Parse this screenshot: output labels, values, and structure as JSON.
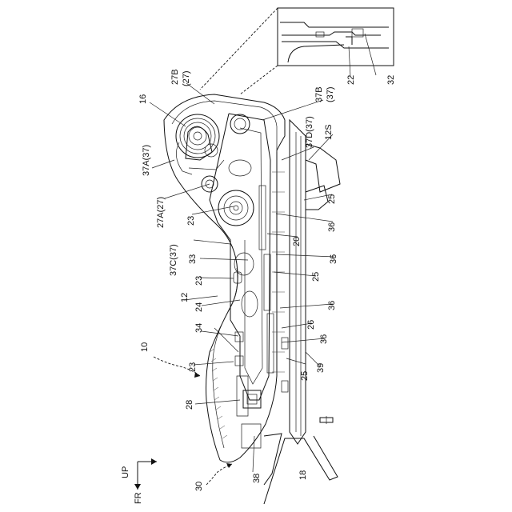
{
  "labels": {
    "l10": "10",
    "l12": "12",
    "l12S": "12S",
    "l16": "16",
    "l18": "18",
    "l20": "20",
    "l22": "22",
    "l23a": "23",
    "l23b": "23",
    "l23c": "23",
    "l24": "24",
    "l25a": "25",
    "l25b": "25",
    "l25c": "25",
    "l26": "26",
    "l27A": "27A(27)",
    "l27B": "27B",
    "l27Bp": "(27)",
    "l28": "28",
    "l30": "30",
    "l32": "32",
    "l33": "33",
    "l34": "34",
    "l36a": "36",
    "l36b": "36",
    "l36c": "36",
    "l36d": "36",
    "l37A": "37A(37)",
    "l37B": "37B",
    "l37Bp": "(37)",
    "l37C": "37C(37)",
    "l37D": "37D(37)",
    "l38": "38",
    "l39": "39"
  },
  "direction": {
    "up": "UP",
    "fr": "FR"
  }
}
